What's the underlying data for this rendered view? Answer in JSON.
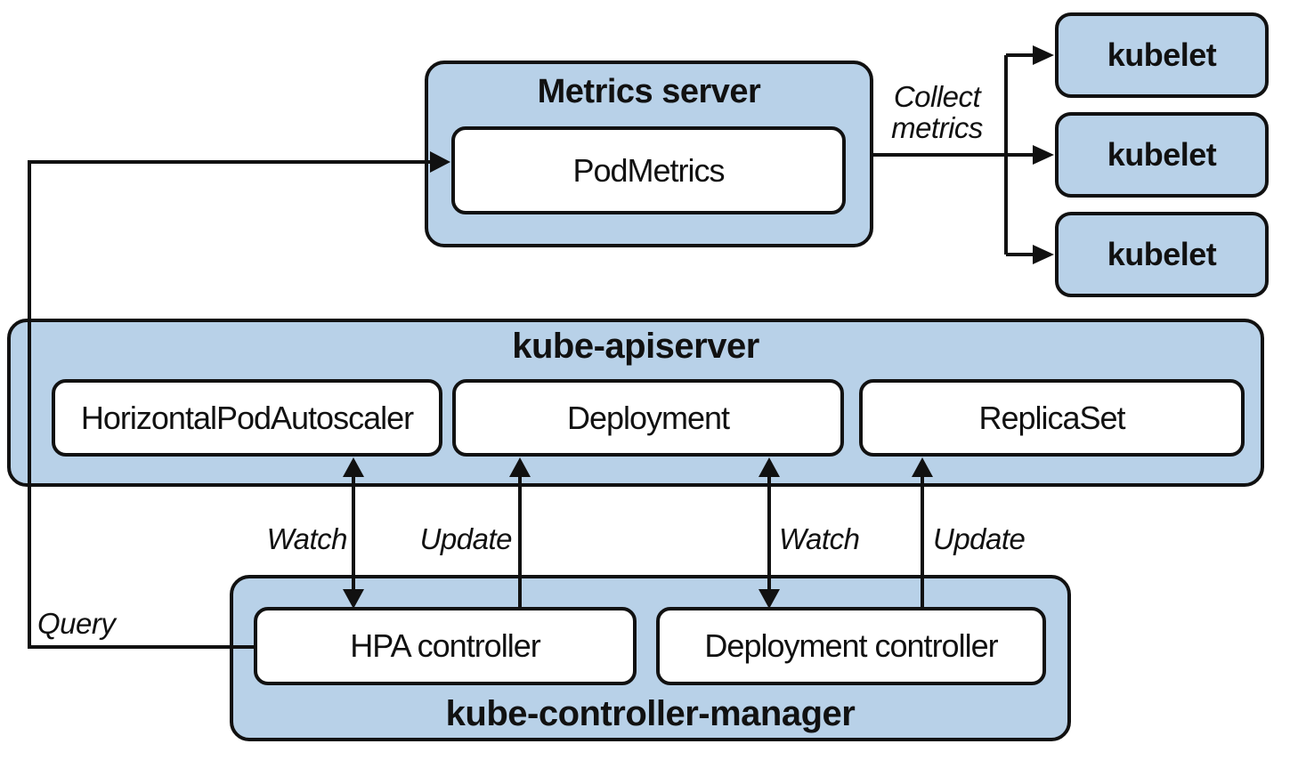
{
  "colors": {
    "box_fill": "#b8d1e8",
    "box_border": "#111111",
    "line": "#111111",
    "text": "#111111",
    "background": "#ffffff"
  },
  "nodes": {
    "metrics_server": {
      "title": "Metrics server",
      "resource": "PodMetrics"
    },
    "kubelets": [
      "kubelet",
      "kubelet",
      "kubelet"
    ],
    "kube_apiserver": {
      "title": "kube-apiserver",
      "resources": [
        "HorizontalPodAutoscaler",
        "Deployment",
        "ReplicaSet"
      ]
    },
    "kube_controller_manager": {
      "title": "kube-controller-manager",
      "controllers": [
        "HPA controller",
        "Deployment controller"
      ]
    }
  },
  "edges": {
    "collect_metrics_line1": "Collect",
    "collect_metrics_line2": "metrics",
    "query": "Query",
    "watch_hpa": "Watch",
    "update_deployment": "Update",
    "watch_deployment": "Watch",
    "update_replicaset": "Update"
  }
}
